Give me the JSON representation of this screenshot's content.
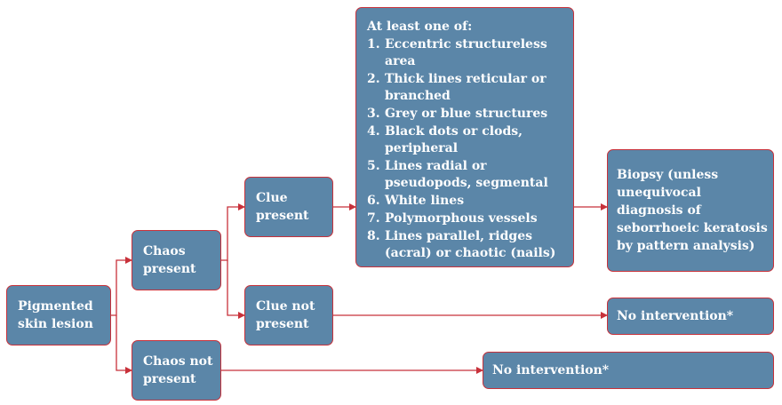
{
  "nodes": {
    "pigmented": "Pigmented\nskin lesion",
    "chaos_present": "Chaos\npresent",
    "chaos_not_present": "Chaos not\npresent",
    "clue_present": "Clue\npresent",
    "clue_not_present": "Clue not\npresent",
    "criteria": {
      "heading": "At least one of:",
      "items": [
        {
          "n": "1.",
          "text": "Eccentric structureless\narea"
        },
        {
          "n": "2.",
          "text": "Thick lines reticular or\nbranched"
        },
        {
          "n": "3.",
          "text": "Grey or blue structures"
        },
        {
          "n": "4.",
          "text": "Black dots or clods,\nperipheral"
        },
        {
          "n": "5.",
          "text": "Lines radial or\npseudopods, segmental"
        },
        {
          "n": "6.",
          "text": "White lines"
        },
        {
          "n": "7.",
          "text": "Polymorphous vessels"
        },
        {
          "n": "8.",
          "text": "Lines parallel, ridges\n(acral) or chaotic (nails)"
        }
      ]
    },
    "biopsy": "Biopsy (unless\nunequivocal\ndiagnosis of\nseborrhoeic keratosis\nby pattern analysis)",
    "no_intervention_1": "No intervention*",
    "no_intervention_2": "No intervention*"
  },
  "colors": {
    "box_fill": "#5b86a8",
    "border": "#c8313a",
    "connector": "#c8313a",
    "text": "#ffffff"
  }
}
